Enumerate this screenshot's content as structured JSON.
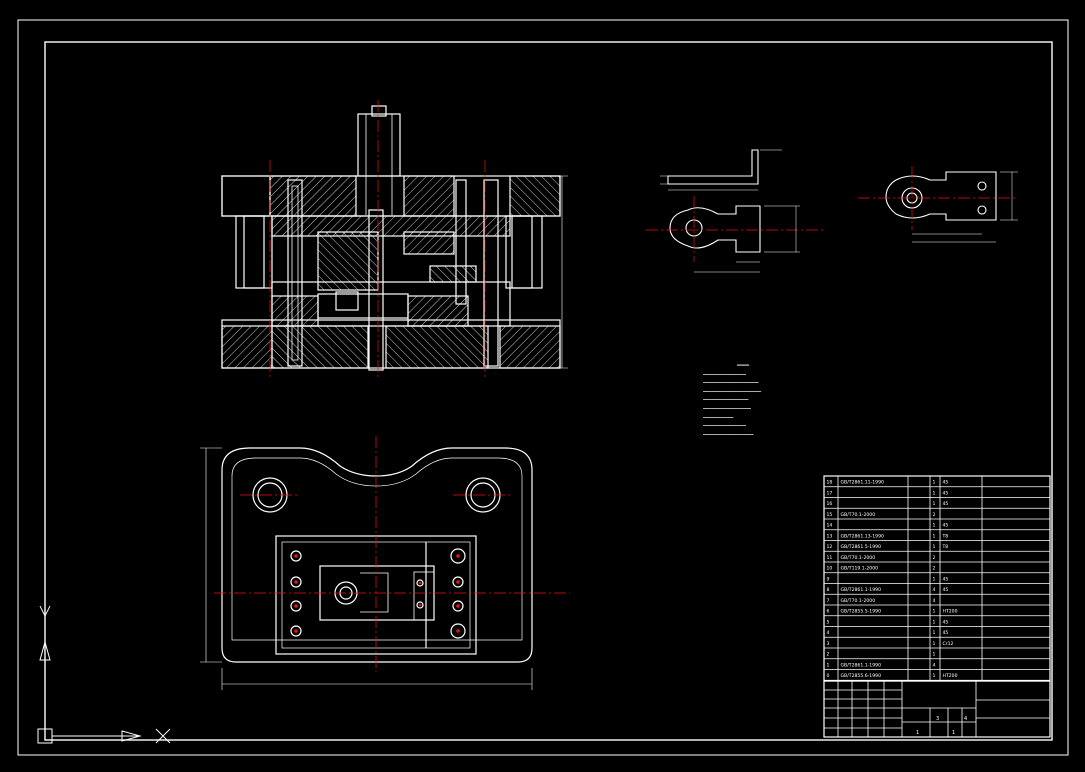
{
  "parts_list": {
    "rows": [
      [
        "18",
        "GB/T2861.11-1990",
        "",
        "1",
        "45",
        ""
      ],
      [
        "17",
        "",
        "",
        "1",
        "45",
        ""
      ],
      [
        "16",
        "",
        "",
        "1",
        "45",
        ""
      ],
      [
        "15",
        "GB/T70.1-2000",
        "",
        "2",
        "",
        ""
      ],
      [
        "14",
        "",
        "",
        "1",
        "45",
        ""
      ],
      [
        "13",
        "GB/T2861.13-1990",
        "",
        "1",
        "T8",
        ""
      ],
      [
        "12",
        "GB/T2861.5-1990",
        "",
        "1",
        "T8",
        ""
      ],
      [
        "11",
        "GB/T70.1-2000",
        "",
        "2",
        "",
        ""
      ],
      [
        "10",
        "GB/T119.1-2000",
        "",
        "2",
        "",
        ""
      ],
      [
        "9",
        "",
        "",
        "1",
        "45",
        ""
      ],
      [
        "8",
        "GB/T2861.1-1990",
        "",
        "4",
        "45",
        ""
      ],
      [
        "7",
        "GB/T70.1-2000",
        "",
        "4",
        "",
        ""
      ],
      [
        "6",
        "GB/T2855.5-1990",
        "",
        "1",
        "HT200",
        ""
      ],
      [
        "5",
        "",
        "",
        "1",
        "45",
        ""
      ],
      [
        "4",
        "",
        "",
        "1",
        "45",
        ""
      ],
      [
        "3",
        "",
        "",
        "1",
        "Cr12",
        ""
      ],
      [
        "2",
        "",
        "",
        "1",
        "",
        ""
      ],
      [
        "1",
        "GB/T2861.1-1990",
        "",
        "4",
        "",
        ""
      ],
      [
        "0",
        "GB/T2855.6-1990",
        "",
        "1",
        "HT200",
        ""
      ]
    ]
  },
  "title_block": {
    "cells": [
      "1",
      "1",
      "3",
      "4"
    ]
  }
}
